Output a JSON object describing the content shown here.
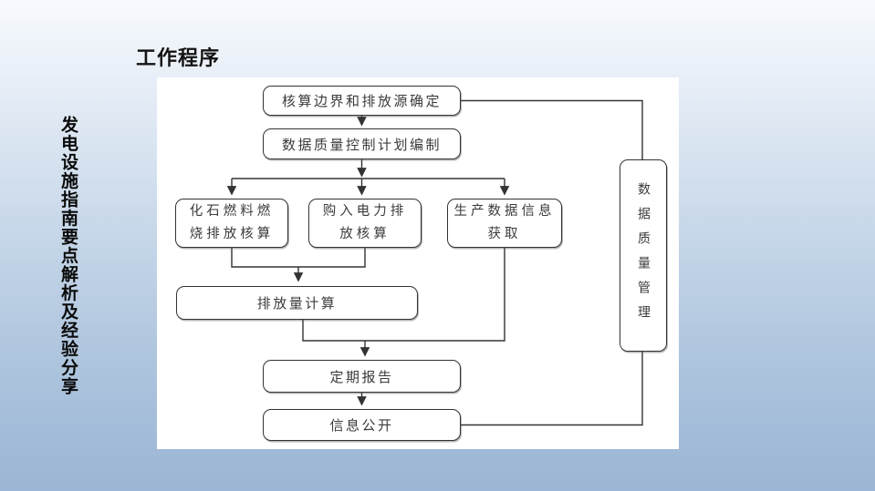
{
  "slide": {
    "title": "工作程序",
    "side_text": "发电设施指南要点解析及经验分享"
  },
  "flowchart": {
    "boxes": {
      "accounting_boundary": {
        "label": "核算边界和排放源确定"
      },
      "quality_control_plan": {
        "label": "数据质量控制计划编制"
      },
      "fossil_fuel": {
        "line1": "化石燃料燃",
        "line2": "烧排放核算"
      },
      "purchased_power": {
        "line1": "购入电力排",
        "line2": "放核算"
      },
      "production_data": {
        "line1": "生产数据信息",
        "line2": "获取"
      },
      "emission_calculation": {
        "label": "排放量计算"
      },
      "periodic_report": {
        "label": "定期报告"
      },
      "information_disclosure": {
        "label": "信息公开"
      },
      "data_quality_management": {
        "label": "数据质量管理"
      }
    },
    "colors": {
      "line": "#333333",
      "box_border": "#333333",
      "box_text": "#3b3b3b",
      "panel_bg": "#ffffff",
      "slide_gradient_top": "#f7fafd",
      "slide_gradient_bottom": "#9bb5d4"
    }
  }
}
